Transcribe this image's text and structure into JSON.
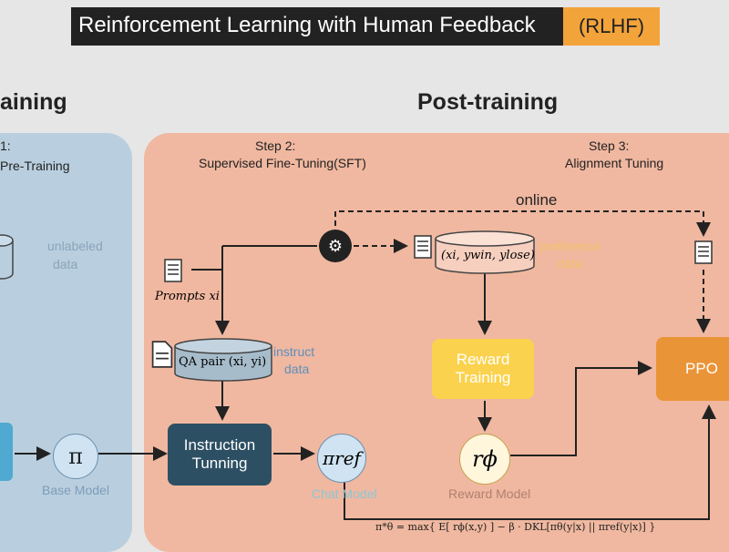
{
  "title": {
    "main": "Reinforcement Learning with Human Feedback",
    "tag": "(RLHF)"
  },
  "pretraining": {
    "heading": "aining",
    "step_label": "1:",
    "step_title": "Pre-Training",
    "unlabeled": "unlabeled",
    "unlabeled2": "data",
    "base_symbol": "π",
    "base_label": "Base Model"
  },
  "posttraining": {
    "heading": "Post-training",
    "step2_label": "Step 2:",
    "step2_title": "Supervised Fine-Tuning(SFT)",
    "step3_label": "Step 3:",
    "step3_title": "Alignment Tuning",
    "online": "online",
    "prompts": "Prompts xi",
    "qa_pair": "QA pair (xi, yi)",
    "instruct_data": "instruct",
    "instruct_data2": "data",
    "instruction_tuning": "Instruction",
    "instruction_tuning2": "Tunning",
    "pi_ref": "πref",
    "chat_model": "Chat Model",
    "pref_tuple": "(xi, ywin, ylose)",
    "pref_data": "preference",
    "pref_data2": "data",
    "reward_training": "Reward",
    "reward_training2": "Training",
    "r_phi": "rϕ",
    "reward_model": "Reward Model",
    "ppo": "PPO",
    "formula": "π*θ = max{ E[ rϕ(x,y) ] − β · DKL[πθ(y|x) || πref(y|x)] }"
  },
  "colors": {
    "title_bg": "#222222",
    "tag_bg": "#f2a33a",
    "pre_panel": "#b9cfdf",
    "post_panel": "#f0b8a0",
    "instr_box": "#2d4f63",
    "reward_box": "#fbd24d",
    "ppo_box": "#ea9438",
    "circle_fill": "#cfe3f2"
  }
}
